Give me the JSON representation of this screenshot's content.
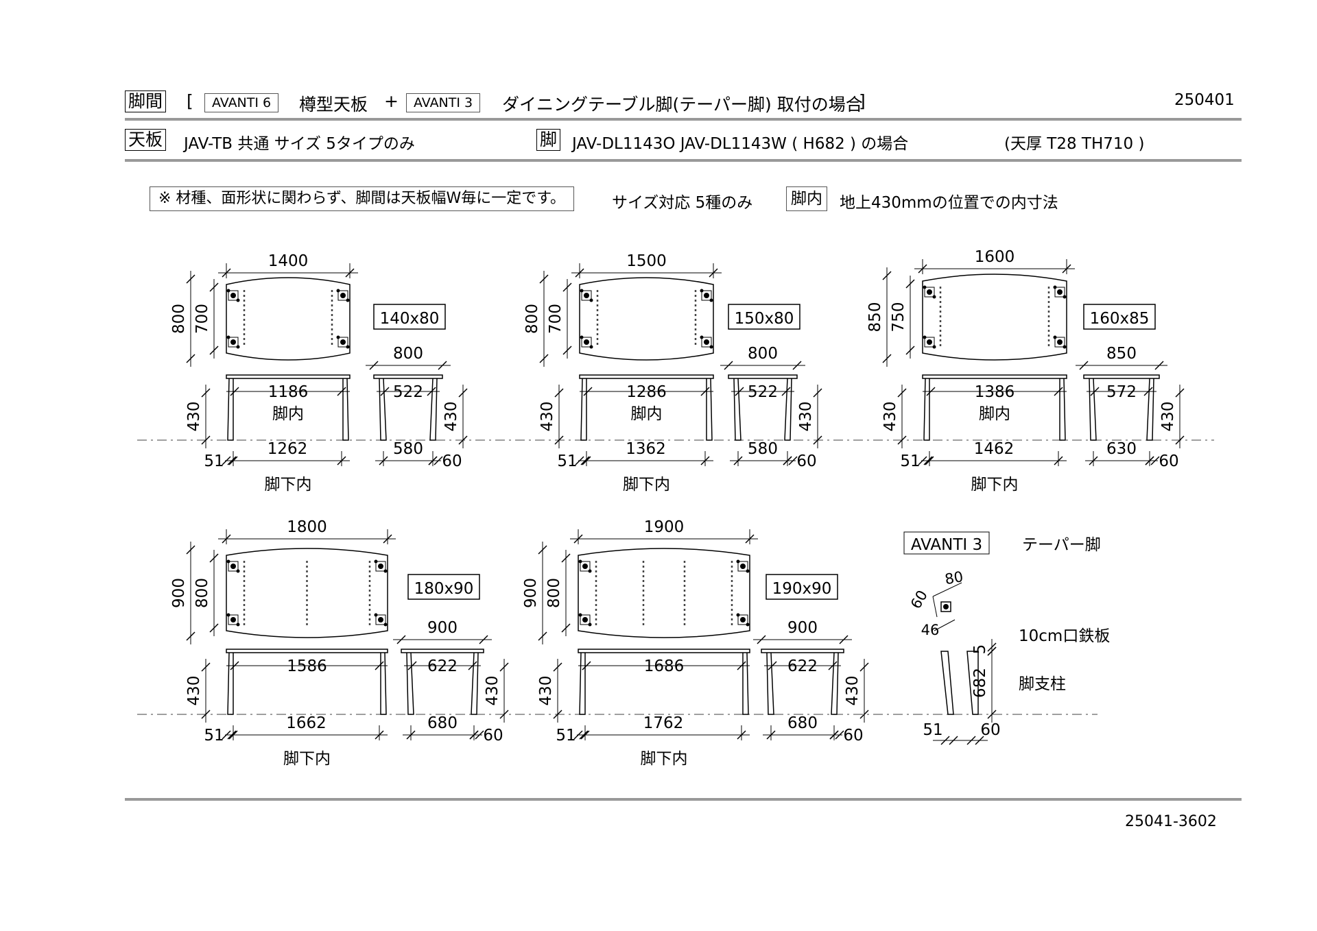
{
  "header": {
    "title_tag": "脚間",
    "bracket_open": "[",
    "avanti6": "AVANTI 6",
    "top_shape": "樽型天板",
    "plus": "+",
    "avanti3": "AVANTI 3",
    "leg_desc": "ダイニングテーブル脚(テーパー脚) 取付の場合",
    "bracket_close": "]",
    "doc_code": "250401"
  },
  "subheader": {
    "top_tag": "天板",
    "top_text": "JAV-TB 共通  サイズ  5タイプのみ",
    "leg_tag": "脚",
    "leg_text": "JAV-DL1143O  JAV-DL1143W ( H682 ) の場合",
    "thickness": "(天厚 T28 TH710 )"
  },
  "notes": {
    "note_box": "※ 材種、面形状に関わらず、脚間は天板幅W毎に一定です。",
    "size_note": "サイズ対応 5種のみ",
    "inner_tag": "脚内",
    "inner_text": "地上430mmの位置での内寸法"
  },
  "tables": [
    {
      "length": "1400",
      "depth_outer": "800",
      "depth_inner": "700",
      "size_label": "140x80",
      "side_width": "800",
      "inner_front": "1186",
      "inner_side": "522",
      "height": "430",
      "leg_inner_label": "脚内",
      "leg_w": "51",
      "bottom_front": "1262",
      "bottom_side": "580",
      "leg_d": "60",
      "bottom_label": "脚下内"
    },
    {
      "length": "1500",
      "depth_outer": "800",
      "depth_inner": "700",
      "size_label": "150x80",
      "side_width": "800",
      "inner_front": "1286",
      "inner_side": "522",
      "height": "430",
      "leg_inner_label": "脚内",
      "leg_w": "51",
      "bottom_front": "1362",
      "bottom_side": "580",
      "leg_d": "60",
      "bottom_label": "脚下内"
    },
    {
      "length": "1600",
      "depth_outer": "850",
      "depth_inner": "750",
      "size_label": "160x85",
      "side_width": "850",
      "inner_front": "1386",
      "inner_side": "572",
      "height": "430",
      "leg_inner_label": "脚内",
      "leg_w": "51",
      "bottom_front": "1462",
      "bottom_side": "630",
      "leg_d": "60",
      "bottom_label": "脚下内"
    },
    {
      "length": "1800",
      "depth_outer": "900",
      "depth_inner": "800",
      "size_label": "180x90",
      "side_width": "900",
      "inner_front": "1586",
      "inner_side": "622",
      "height": "430",
      "leg_inner_label": "",
      "leg_w": "51",
      "bottom_front": "1662",
      "bottom_side": "680",
      "leg_d": "60",
      "bottom_label": "脚下内"
    },
    {
      "length": "1900",
      "depth_outer": "900",
      "depth_inner": "800",
      "size_label": "190x90",
      "side_width": "900",
      "inner_front": "1686",
      "inner_side": "622",
      "height": "430",
      "leg_inner_label": "",
      "leg_w": "51",
      "bottom_front": "1762",
      "bottom_side": "680",
      "leg_d": "60",
      "bottom_label": "脚下内"
    }
  ],
  "leg_detail": {
    "model": "AVANTI 3",
    "title": "テーパー脚",
    "dim_top_a": "80",
    "dim_top_b": "60",
    "dim_bottom": "46",
    "plate_thick": "5",
    "plate_label": "10cm口鉄板",
    "post_height": "682",
    "post_label": "脚支柱",
    "w": "51",
    "d": "60"
  },
  "footer": {
    "code": "25041-3602"
  }
}
